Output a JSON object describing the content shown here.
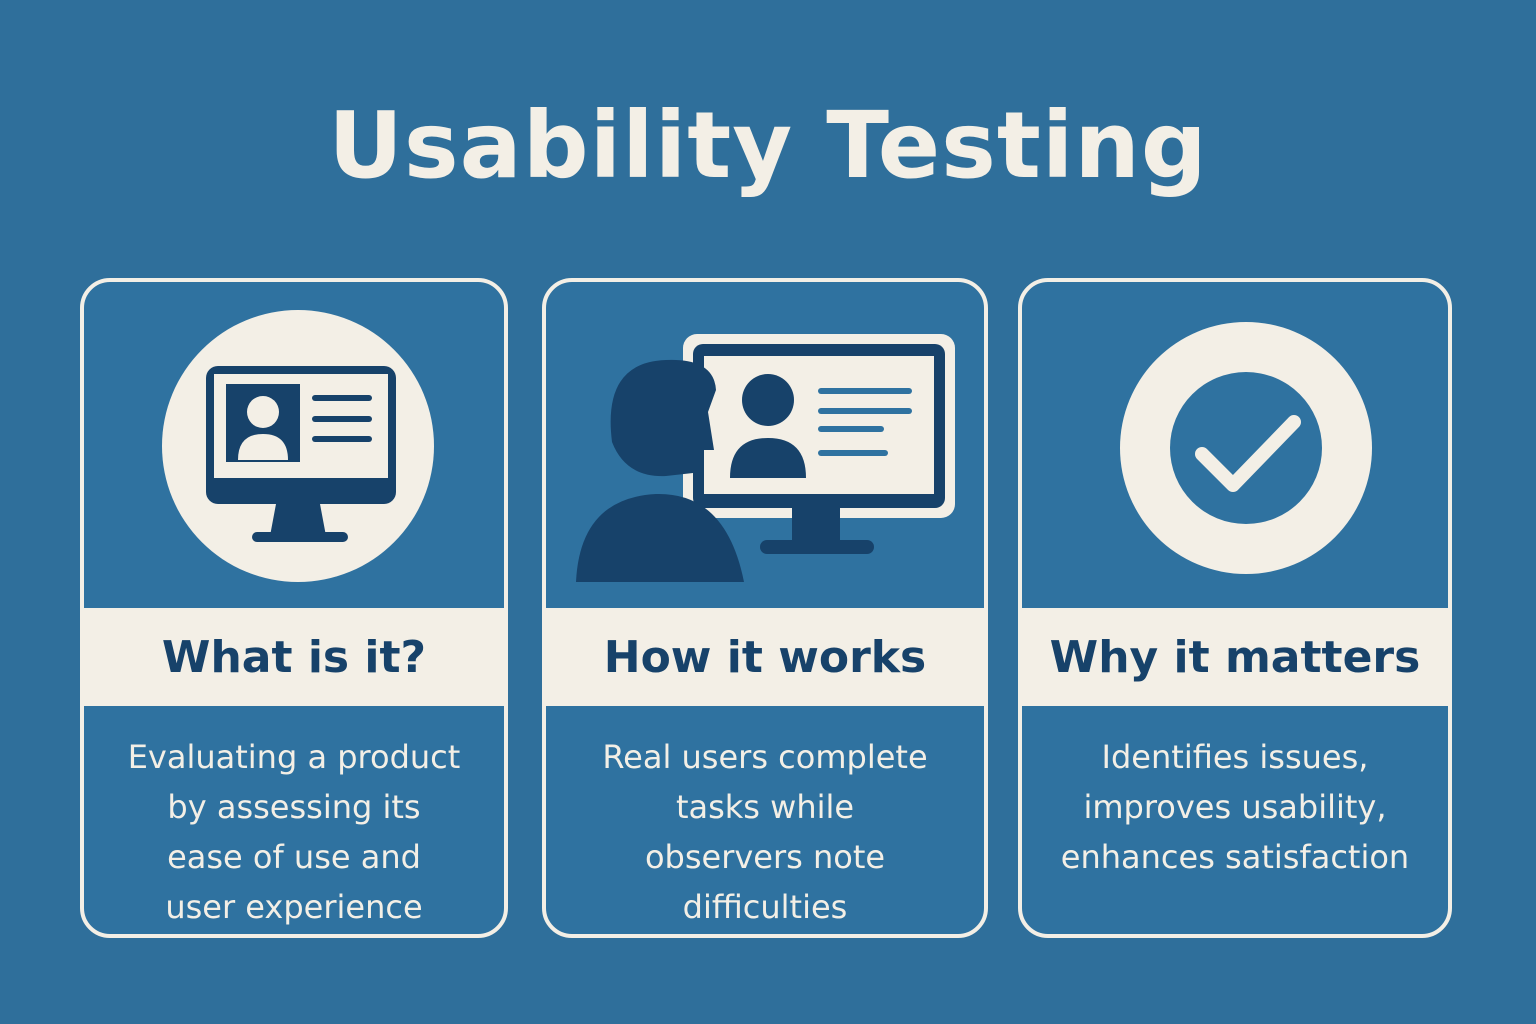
{
  "title": "Usability Testing",
  "colors": {
    "background": "#2f6f9b",
    "cream": "#f3efe6",
    "navy": "#17426a"
  },
  "cards": [
    {
      "icon": "monitor-profile-icon",
      "heading": "What is it?",
      "lines": [
        "Evaluating a product",
        "by assessing its",
        "ease of use and",
        "user experience"
      ]
    },
    {
      "icon": "user-at-monitor-icon",
      "heading": "How it works",
      "lines": [
        "Real users complete",
        "tasks while",
        "observers note",
        "difficulties"
      ]
    },
    {
      "icon": "checkmark-circle-icon",
      "heading": "Why it matters",
      "lines": [
        "Identifies issues,",
        "improves usability,",
        "enhances satisfaction"
      ]
    }
  ]
}
